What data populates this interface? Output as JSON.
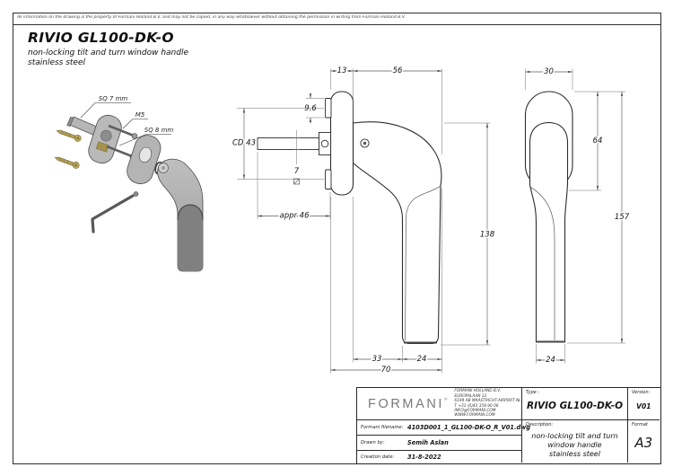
{
  "page": {
    "disclaimer": "All information on the drawing is the property of Formani Holland B.V. and may not be copied, in any way whatsoever without obtaining the permission in writing from Formani Holland B.V.",
    "title": "RIVIO GL100-DK-O",
    "subtitle_line1": "non-locking tilt and turn window handle",
    "subtitle_line2": "stainless steel"
  },
  "exploded": {
    "label_sq7": "SQ 7 mm",
    "label_m5": "M5",
    "label_sq8": "SQ 8 mm"
  },
  "dims": {
    "rosette_thickness": "13",
    "projection": "56",
    "clip_height": "9.6",
    "center_distance": "CD 43",
    "spindle_square": "7",
    "spindle_length": "appr 46",
    "lever_height": "138",
    "offset_33": "33",
    "grip_depth_24": "24",
    "total_width": "70",
    "front_width": "30",
    "rosette_height": "64",
    "total_height": "157",
    "grip_width_24": "24"
  },
  "title_block": {
    "logo": "FORMANI",
    "logo_reg": "®",
    "address": [
      "FORMANI HOLLAND B.V.",
      "EUROPALAAN 12",
      "6199 AB MAASTRICHT-AIRPORT NL",
      "T +31 (0)43 358 90 06",
      "INFO@FORMANI.COM",
      "WWW.FORMANI.COM"
    ],
    "type_label": "Type :",
    "type_value": "RIVIO GL100-DK-O",
    "version_label": "Version:",
    "version_value": "V01",
    "filename_label": "Formani filename:",
    "filename_value": "4103D001_1_GL100-DK-O_R_V01.dwg",
    "drawn_by_label": "Drawn by:",
    "drawn_by_value": "Semih Aslan",
    "creation_label": "Creation date:",
    "creation_value": "31-8-2022",
    "description_label": "Description:",
    "description_lines": [
      "non-locking tilt and turn",
      "window handle",
      "stainless steel"
    ],
    "format_label": "Format",
    "format_value": "A3"
  }
}
